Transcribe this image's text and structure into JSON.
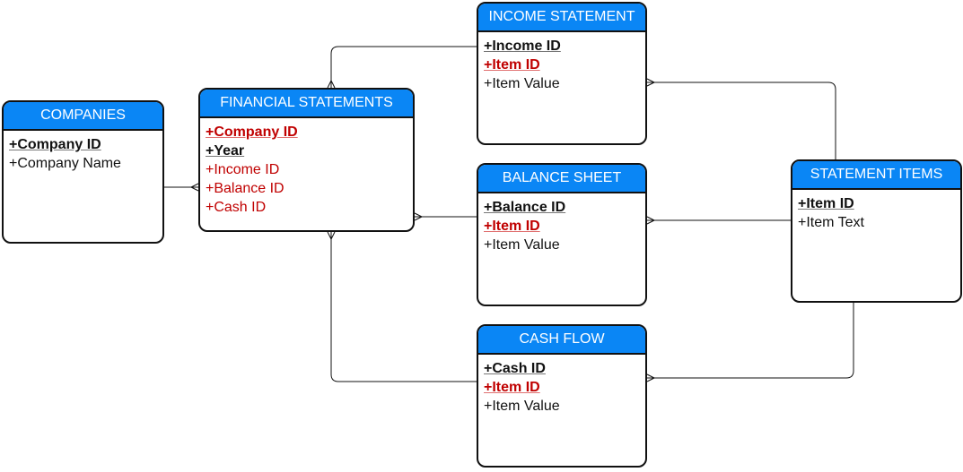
{
  "entities": {
    "companies": {
      "title": "COMPANIES",
      "rows": [
        {
          "text": "+Company ID"
        },
        {
          "text": "+Company Name"
        }
      ]
    },
    "financial": {
      "title": "FINANCIAL STATEMENTS",
      "rows": [
        {
          "text": "+Company ID"
        },
        {
          "text": "+Year"
        },
        {
          "text": "+Income ID"
        },
        {
          "text": "+Balance ID"
        },
        {
          "text": "+Cash ID"
        }
      ]
    },
    "income": {
      "title": "INCOME STATEMENT",
      "rows": [
        {
          "text": "+Income ID"
        },
        {
          "text": "+Item ID"
        },
        {
          "text": "+Item Value"
        }
      ]
    },
    "balance": {
      "title": "BALANCE SHEET",
      "rows": [
        {
          "text": "+Balance ID"
        },
        {
          "text": "+Item ID"
        },
        {
          "text": "+Item Value"
        }
      ]
    },
    "cash": {
      "title": "CASH FLOW",
      "rows": [
        {
          "text": "+Cash ID"
        },
        {
          "text": "+Item ID"
        },
        {
          "text": "+Item Value"
        }
      ]
    },
    "items": {
      "title": "STATEMENT ITEMS",
      "rows": [
        {
          "text": "+Item ID"
        },
        {
          "text": "+Item Text"
        }
      ]
    }
  },
  "colors": {
    "header": "#0a86f5",
    "foreign_key": "#c00000"
  }
}
